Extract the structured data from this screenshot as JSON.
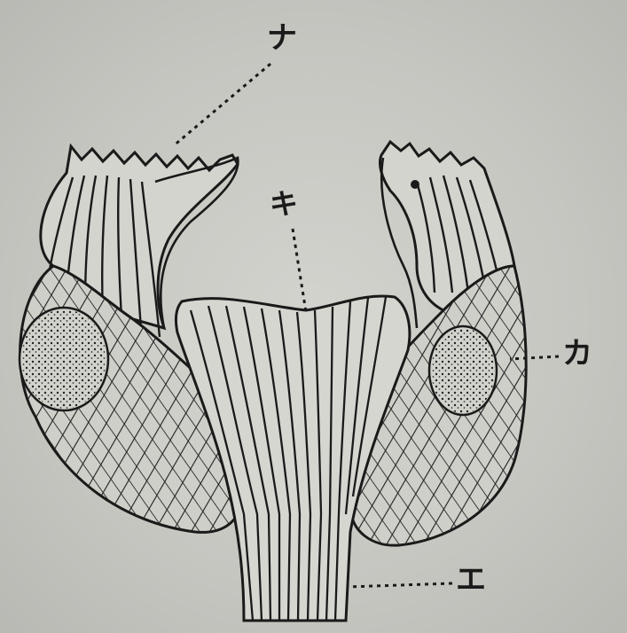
{
  "diagram": {
    "labels": {
      "na": "ナ",
      "ki": "キ",
      "ka": "カ",
      "e": "エ"
    }
  },
  "colors": {
    "ink": "#1a1a1a",
    "paper": "#c9c9c4"
  }
}
